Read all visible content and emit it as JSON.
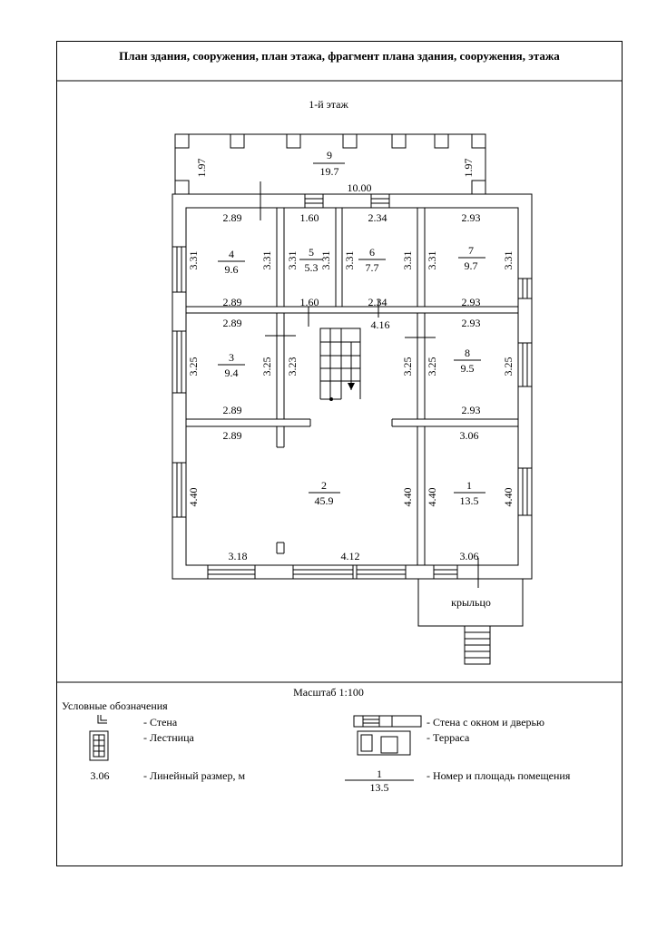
{
  "title": "План здания, сооружения, план этажа, фрагмент плана здания, сооружения, этажа",
  "floor": "1-й этаж",
  "scale": "Масштаб 1:100",
  "rooms": [
    {
      "num": "9",
      "area": "19.7"
    },
    {
      "num": "4",
      "area": "9.6"
    },
    {
      "num": "5",
      "area": "5.3"
    },
    {
      "num": "6",
      "area": "7.7"
    },
    {
      "num": "7",
      "area": "9.7"
    },
    {
      "num": "3",
      "area": "9.4"
    },
    {
      "num": "8",
      "area": "9.5"
    },
    {
      "num": "2",
      "area": "45.9"
    },
    {
      "num": "1",
      "area": "13.5"
    }
  ],
  "dims": [
    "1.97",
    "1.97",
    "10.00",
    "2.89",
    "1.60",
    "2.34",
    "2.93",
    "3.31",
    "3.31",
    "3.31",
    "3.31",
    "3.31",
    "3.31",
    "3.31",
    "3.31",
    "2.89",
    "1.60",
    "2.34",
    "2.93",
    "2.89",
    "4.16",
    "2.93",
    "3.25",
    "3.25",
    "3.23",
    "3.25",
    "3.25",
    "3.25",
    "2.89",
    "2.93",
    "2.89",
    "3.06",
    "4.40",
    "4.40",
    "4.40",
    "4.40",
    "3.18",
    "4.12",
    "3.06"
  ],
  "porch": "крыльцо",
  "legend": {
    "title": "Условные обозначения",
    "wall": "- Стена",
    "stairs": "- Лестница",
    "dimension": "- Линейный размер, м",
    "dimension_sample": "3.06",
    "wall_window_door": "- Стена с окном и дверью",
    "terrace": "- Терраса",
    "room_label": "- Номер и площадь помещения",
    "room_sample_num": "1",
    "room_sample_area": "13.5"
  }
}
